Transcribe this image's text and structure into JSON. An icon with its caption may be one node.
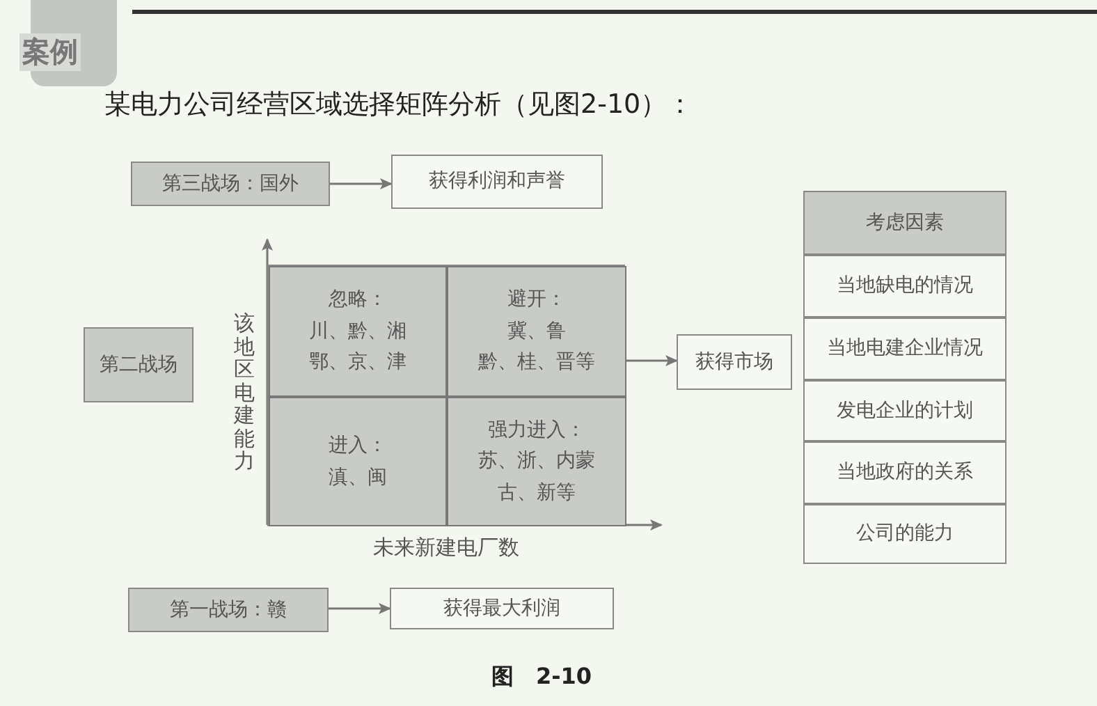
{
  "diagram": {
    "title": "某电力公司经营区域选择矩阵分析（见图2-10）：",
    "caption": "图　2-10",
    "nodes": [
      {
        "text": [
          "第三战场：国外"
        ]
      },
      {
        "text": [
          "获得利润和声誉"
        ]
      },
      {
        "text": [],
        "shape": "box"
      },
      {
        "text": [
          "忽略：",
          "川、黔、湘鄂、京、津"
        ],
        "in": 2
      },
      {
        "text": [
          "避开：",
          "冀、鲁黔、桂、晋等"
        ],
        "in": 2
      },
      {
        "text": [
          "进入：",
          "滇、闽"
        ],
        "in": 2
      },
      {
        "text": [
          "强力进入：",
          "苏、浙、内蒙古、新等"
        ],
        "in": 2
      },
      {
        "text": [
          "第二战场"
        ]
      },
      {
        "text": [
          "获得市场"
        ]
      },
      {
        "text": [
          "考虑因素"
        ]
      },
      {
        "text": [
          "当地缺电的情况"
        ]
      },
      {
        "text": [
          "当地电建企业情况"
        ]
      },
      {
        "text": [
          "发电企业的计划"
        ]
      },
      {
        "text": [
          "当地政府的关系"
        ]
      },
      {
        "text": [
          "公司的能力"
        ]
      },
      {
        "text": [
          "第一战场：赣"
        ]
      },
      {
        "text": [
          "获得最大利润"
        ]
      }
    ],
    "edges": [
      {
        "from": 0,
        "to": 1,
        "arrow": "to"
      },
      {
        "from": 2,
        "to": 8,
        "arrow": "to"
      },
      {
        "from": 15,
        "to": 16,
        "arrow": "to"
      }
    ],
    "labels": [
      "案例",
      "该地区电建能力",
      "未来新建电厂数"
    ]
  }
}
